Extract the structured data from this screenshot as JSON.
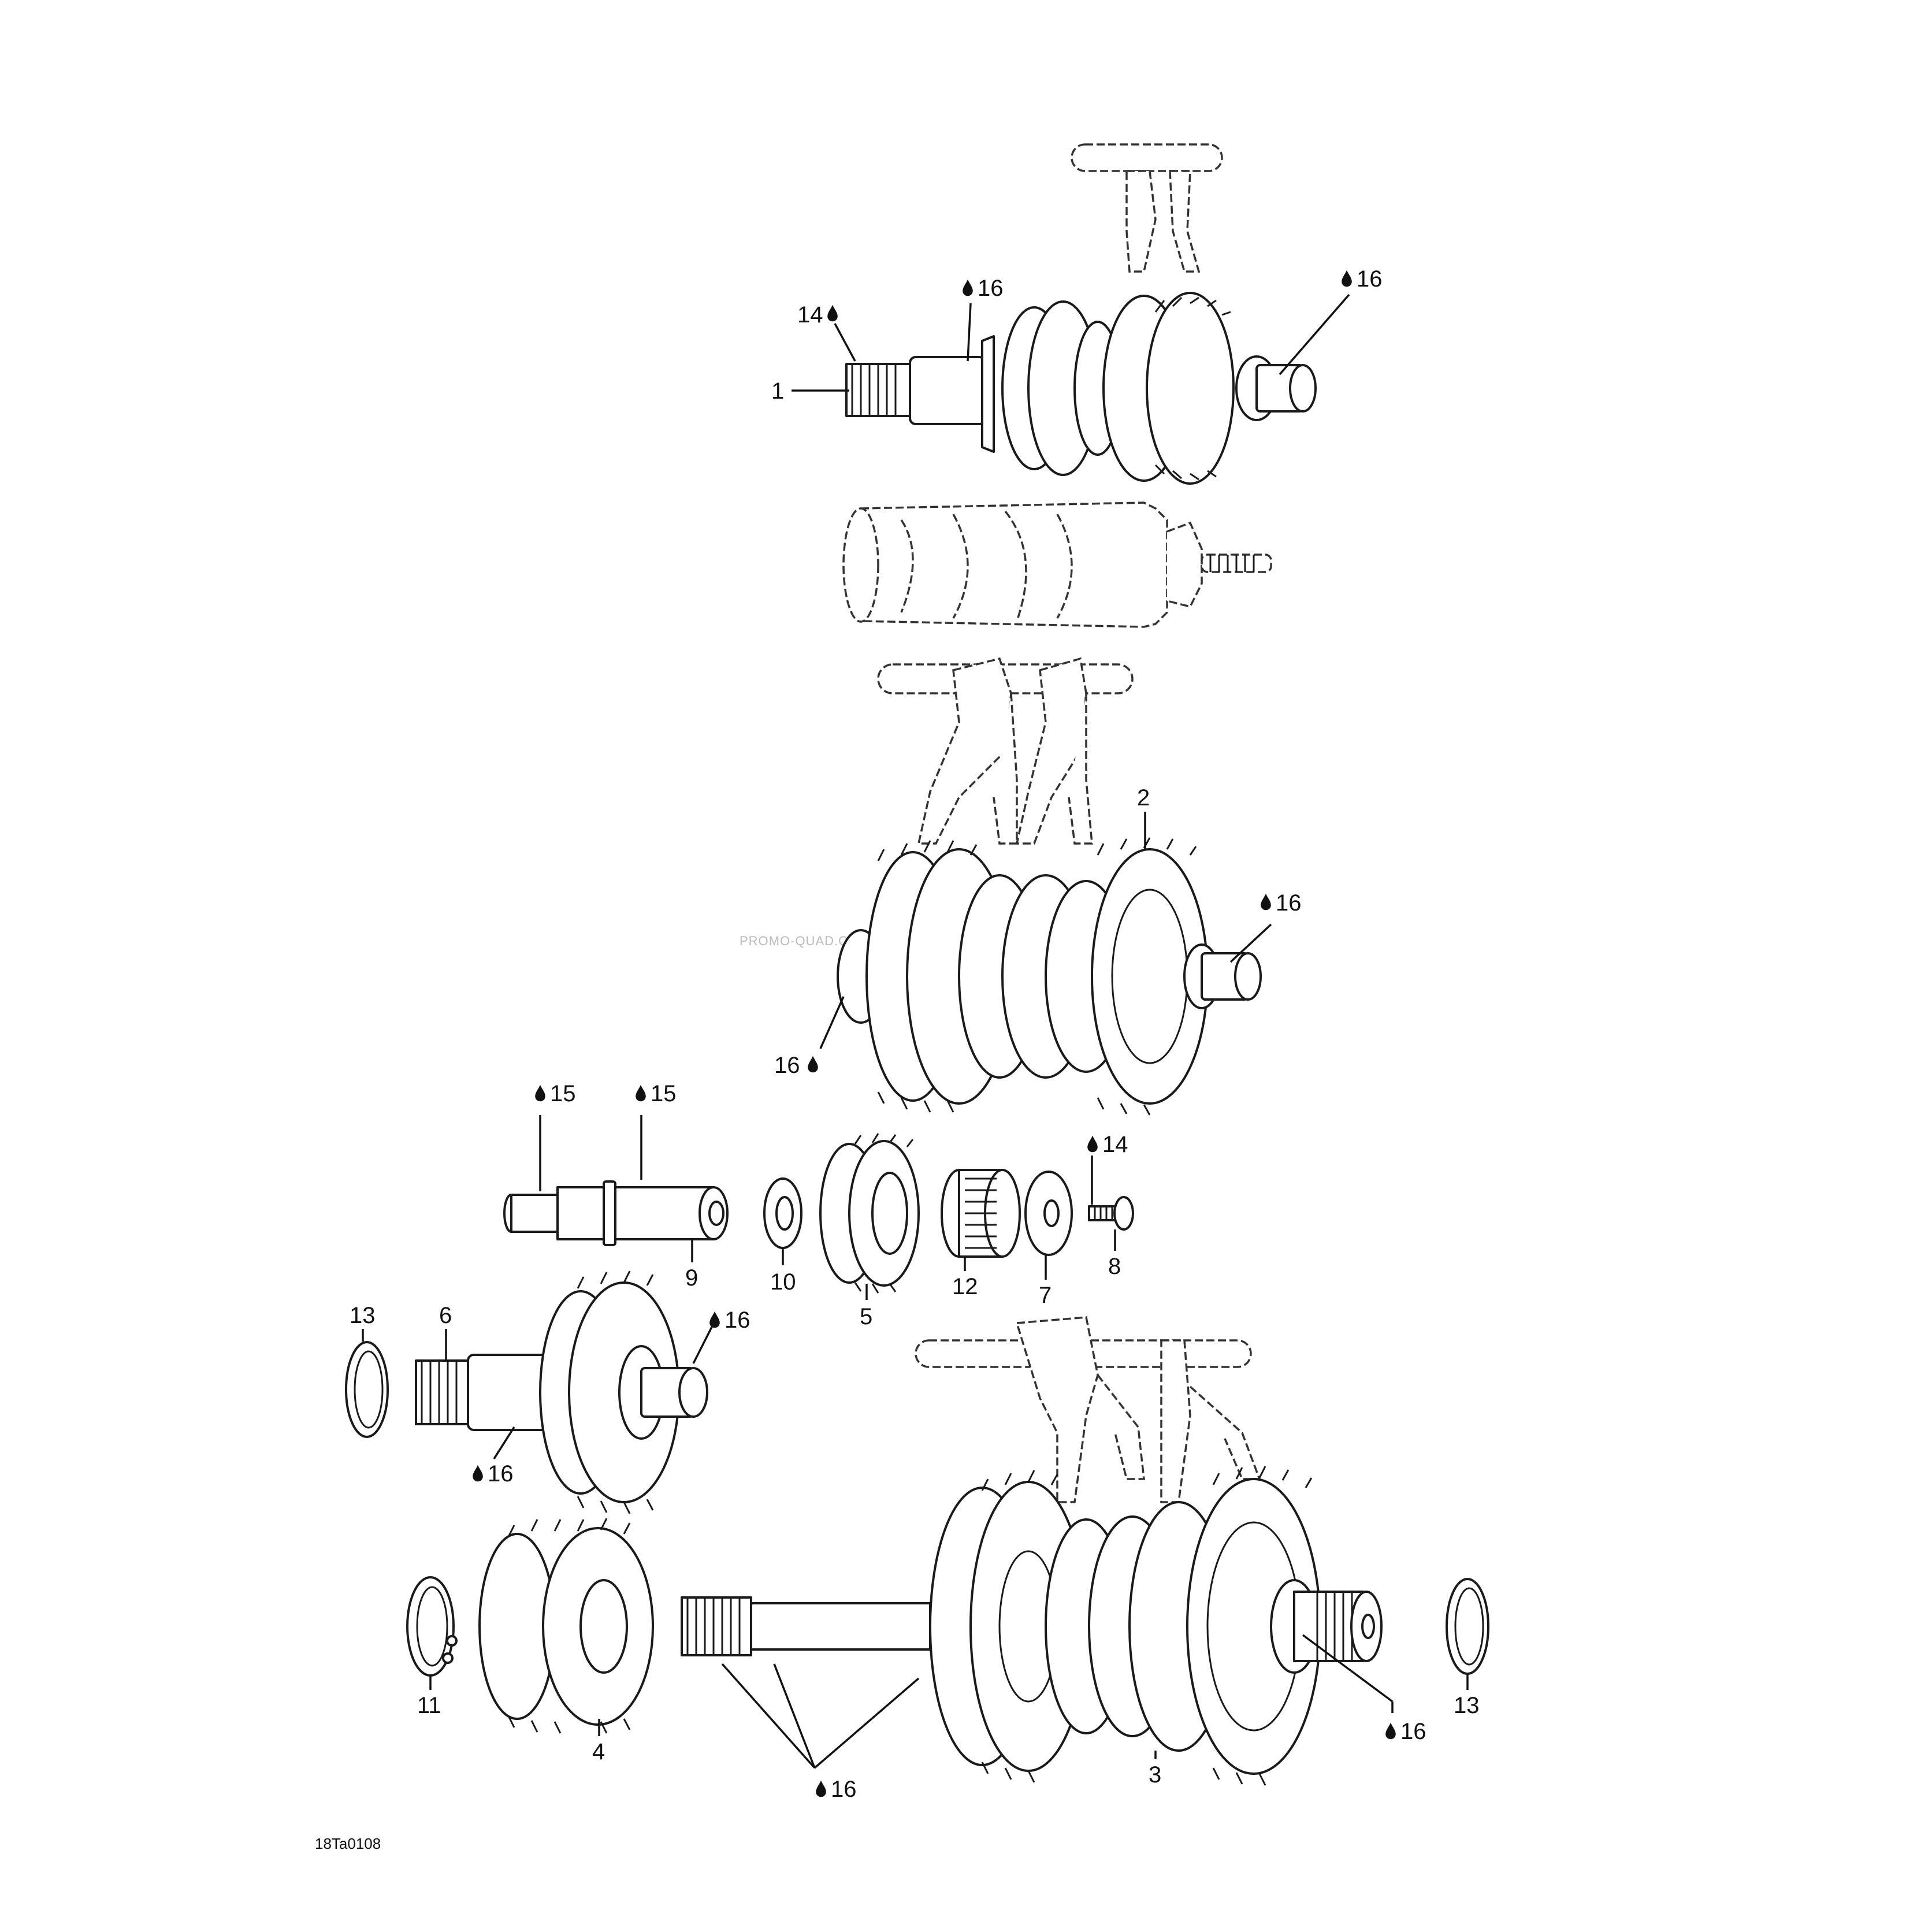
{
  "diagram": {
    "code": "18Ta0108",
    "watermark": "PROMO-QUAD.COM",
    "callouts": [
      {
        "id": "c1",
        "text": "1"
      },
      {
        "id": "c14a",
        "text": "14",
        "lube": true
      },
      {
        "id": "c16a",
        "text": "16",
        "lube": true
      },
      {
        "id": "c16b",
        "text": "16",
        "lube": true
      },
      {
        "id": "c2",
        "text": "2"
      },
      {
        "id": "c16c",
        "text": "16",
        "lube": true
      },
      {
        "id": "c16d",
        "text": "16",
        "lube": true
      },
      {
        "id": "c15a",
        "text": "15",
        "lube": true
      },
      {
        "id": "c15b",
        "text": "15",
        "lube": true
      },
      {
        "id": "c14b",
        "text": "14",
        "lube": true
      },
      {
        "id": "c9",
        "text": "9"
      },
      {
        "id": "c10",
        "text": "10"
      },
      {
        "id": "c5",
        "text": "5"
      },
      {
        "id": "c12",
        "text": "12"
      },
      {
        "id": "c7",
        "text": "7"
      },
      {
        "id": "c8",
        "text": "8"
      },
      {
        "id": "c13a",
        "text": "13"
      },
      {
        "id": "c6",
        "text": "6"
      },
      {
        "id": "c16e",
        "text": "16",
        "lube": true
      },
      {
        "id": "c16f",
        "text": "16",
        "lube": true
      },
      {
        "id": "c11",
        "text": "11"
      },
      {
        "id": "c4",
        "text": "4"
      },
      {
        "id": "c16g",
        "text": "16",
        "lube": true
      },
      {
        "id": "c3",
        "text": "3"
      },
      {
        "id": "c16h",
        "text": "16",
        "lube": true
      },
      {
        "id": "c13b",
        "text": "13"
      }
    ]
  }
}
